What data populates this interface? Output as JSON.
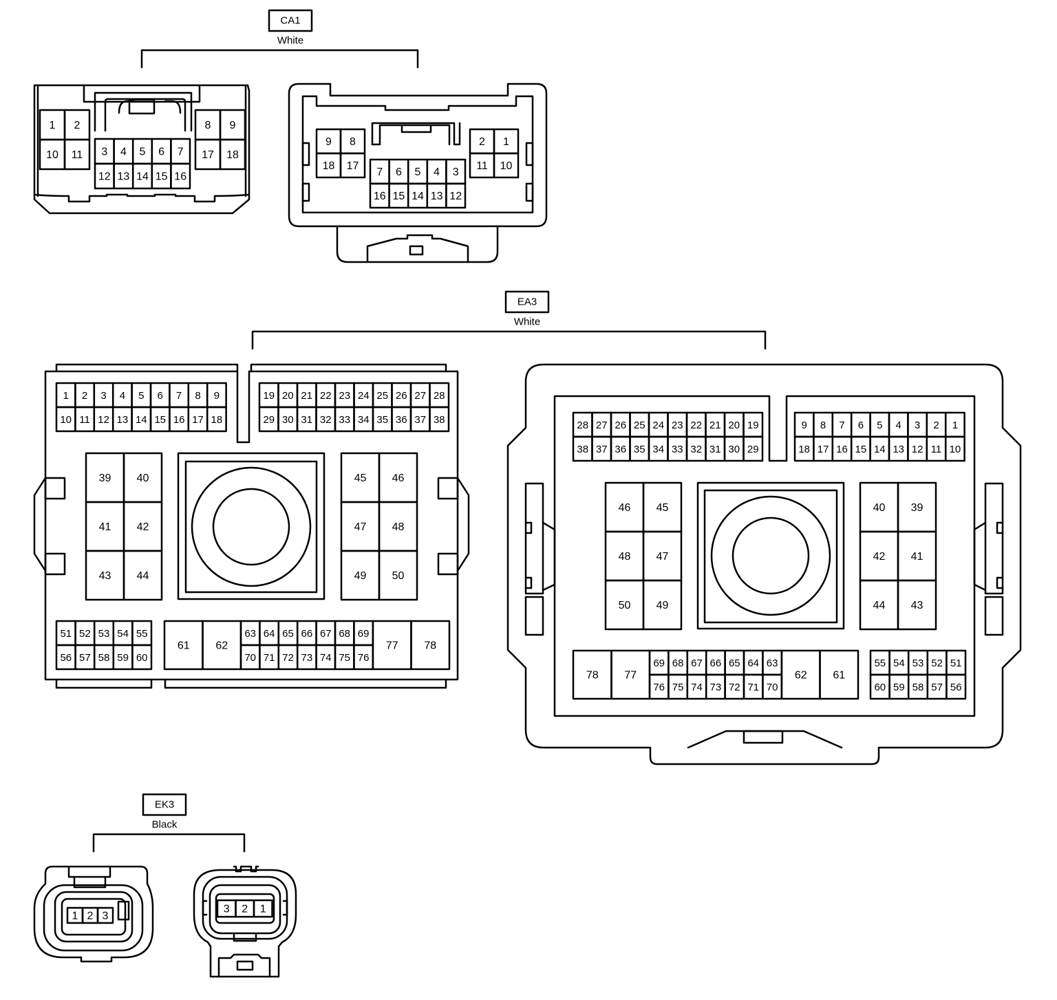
{
  "connectors": {
    "ca1": {
      "name": "CA1",
      "color": "White"
    },
    "ea3": {
      "name": "EA3",
      "color": "White"
    },
    "ek3": {
      "name": "EK3",
      "color": "Black"
    }
  },
  "ca1_left": {
    "top_left": [
      [
        "1",
        "2"
      ],
      [
        "10",
        "11"
      ]
    ],
    "center": [
      [
        "3",
        "4",
        "5",
        "6",
        "7"
      ],
      [
        "12",
        "13",
        "14",
        "15",
        "16"
      ]
    ],
    "top_right": [
      [
        "8",
        "9"
      ],
      [
        "17",
        "18"
      ]
    ]
  },
  "ca1_right": {
    "left": [
      [
        "9",
        "8"
      ],
      [
        "18",
        "17"
      ]
    ],
    "center": [
      [
        "7",
        "6",
        "5",
        "4",
        "3"
      ],
      [
        "16",
        "15",
        "14",
        "13",
        "12"
      ]
    ],
    "right": [
      [
        "2",
        "1"
      ],
      [
        "11",
        "10"
      ]
    ]
  },
  "ea3_left": {
    "top_a": [
      [
        "1",
        "2",
        "3",
        "4",
        "5",
        "6",
        "7",
        "8",
        "9"
      ],
      [
        "10",
        "11",
        "12",
        "13",
        "14",
        "15",
        "16",
        "17",
        "18"
      ]
    ],
    "top_b": [
      [
        "19",
        "20",
        "21",
        "22",
        "23",
        "24",
        "25",
        "26",
        "27",
        "28"
      ],
      [
        "29",
        "30",
        "31",
        "32",
        "33",
        "34",
        "35",
        "36",
        "37",
        "38"
      ]
    ],
    "big_left": [
      [
        "39",
        "40"
      ],
      [
        "41",
        "42"
      ],
      [
        "43",
        "44"
      ]
    ],
    "big_right": [
      [
        "45",
        "46"
      ],
      [
        "47",
        "48"
      ],
      [
        "49",
        "50"
      ]
    ],
    "bottom_a": [
      [
        "51",
        "52",
        "53",
        "54",
        "55"
      ],
      [
        "56",
        "57",
        "58",
        "59",
        "60"
      ]
    ],
    "bottom_tall_left": [
      "61",
      "62"
    ],
    "bottom_mid": [
      [
        "63",
        "64",
        "65",
        "66",
        "67",
        "68",
        "69"
      ],
      [
        "70",
        "71",
        "72",
        "73",
        "74",
        "75",
        "76"
      ]
    ],
    "bottom_tall_right": [
      "77",
      "78"
    ]
  },
  "ea3_right": {
    "top_a": [
      [
        "28",
        "27",
        "26",
        "25",
        "24",
        "23",
        "22",
        "21",
        "20",
        "19"
      ],
      [
        "38",
        "37",
        "36",
        "35",
        "34",
        "33",
        "32",
        "31",
        "30",
        "29"
      ]
    ],
    "top_b": [
      [
        "9",
        "8",
        "7",
        "6",
        "5",
        "4",
        "3",
        "2",
        "1"
      ],
      [
        "18",
        "17",
        "16",
        "15",
        "14",
        "13",
        "12",
        "11",
        "10"
      ]
    ],
    "big_left": [
      [
        "46",
        "45"
      ],
      [
        "48",
        "47"
      ],
      [
        "50",
        "49"
      ]
    ],
    "big_right": [
      [
        "40",
        "39"
      ],
      [
        "42",
        "41"
      ],
      [
        "44",
        "43"
      ]
    ],
    "bottom_tall_left": [
      "78",
      "77"
    ],
    "bottom_mid": [
      [
        "69",
        "68",
        "67",
        "66",
        "65",
        "64",
        "63"
      ],
      [
        "76",
        "75",
        "74",
        "73",
        "72",
        "71",
        "70"
      ]
    ],
    "bottom_tall_right": [
      "62",
      "61"
    ],
    "bottom_b": [
      [
        "55",
        "54",
        "53",
        "52",
        "51"
      ],
      [
        "60",
        "59",
        "58",
        "57",
        "56"
      ]
    ]
  },
  "ek3_left": {
    "pins": [
      "1",
      "2",
      "3"
    ]
  },
  "ek3_right": {
    "pins": [
      "3",
      "2",
      "1"
    ]
  }
}
